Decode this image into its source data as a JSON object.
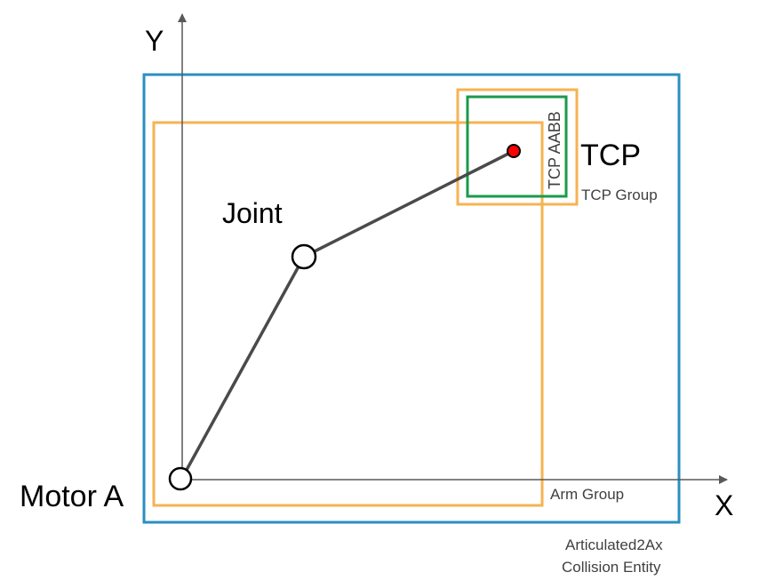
{
  "axes": {
    "x_label": "X",
    "y_label": "Y"
  },
  "labels": {
    "motor": "Motor A",
    "joint": "Joint",
    "tcp": "TCP",
    "tcp_aabb": "TCP AABB",
    "tcp_group": "TCP Group",
    "arm_group": "Arm Group",
    "entity_line1": "Articulated2Ax",
    "entity_line2": "Collision Entity"
  },
  "colors": {
    "collision_entity": "#2a8fc1",
    "group_box": "#f5b352",
    "tcp_aabb": "#1a9a4b",
    "tcp_point": "#ff0000",
    "arm_link": "#4a4a4a",
    "axis": "#595959"
  }
}
